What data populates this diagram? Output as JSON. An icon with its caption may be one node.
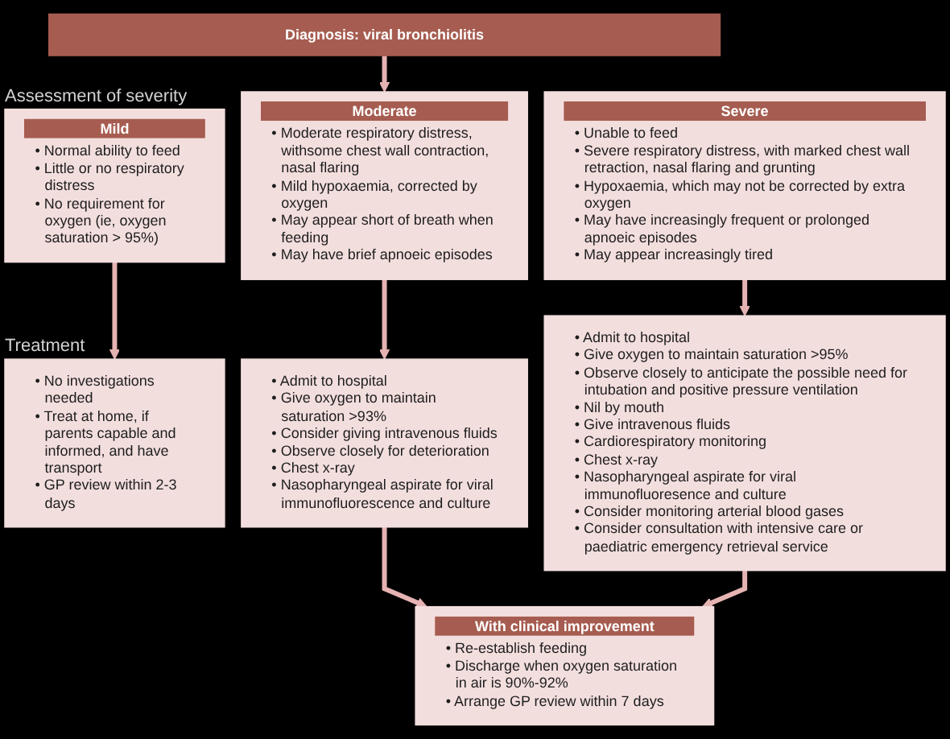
{
  "diagram": {
    "nodes": [
      {
        "text": [
          "Diagnosis: viral bronchiolitis"
        ]
      },
      {
        "text": [
          "Mild",
          "• Normal ability to feed",
          "• Little or no respiratory distress",
          "• No requirement for oxygen (ie, oxygen saturation > 95%)"
        ]
      },
      {
        "text": [
          "Moderate",
          "• Moderate respiratory distress, withsome chest wall contraction, nasal flaring",
          "• Mild hypoxaemia, corrected by oxygen",
          "• May appear short of breath when feeding",
          "• May have brief apnoeic episodes"
        ]
      },
      {
        "text": [
          "Severe",
          "• Unable to feed",
          "• Severe respiratory distress, with marked chest wall retraction, nasal flaring and grunting",
          "• Hypoxaemia, which may not be corrected by extra oxygen",
          "• May have increasingly frequent or prolonged apnoeic episodes",
          "• May appear increasingly tired"
        ]
      },
      {
        "text": [
          "• No investigations needed",
          "• Treat at home, if parents capable and informed, and have transport",
          "• GP review within 2-3 days"
        ]
      },
      {
        "text": [
          "• Admit to hospital",
          "• Give oxygen to maintain saturation >93%",
          "• Consider giving intravenous fluids",
          "• Observe closely for deterioration",
          "• Chest x-ray",
          "• Nasopharyngeal aspirate for viral immunofluorescence and culture"
        ]
      },
      {
        "text": [
          "• Admit to hospital",
          "• Give oxygen to maintain saturation >95%",
          "• Observe closely to anticipate the possible need for intubation and positive pressure ventilation",
          "• Nil by mouth",
          "• Give intravenous fluids",
          "• Cardiorespiratory monitoring",
          "• Chest x-ray",
          "• Nasopharyngeal aspirate for viral immunofluoresence and culture",
          "• Consider monitoring arterial blood gases",
          "• Consider consultation with intensive care or paediatric emergency retrieval service"
        ]
      },
      {
        "text": [
          "With clinical improvement",
          "• Re-establish feeding",
          "• Discharge when oxygen saturation in air is 90%-92%",
          "• Arrange GP review within 7 days"
        ]
      }
    ],
    "edges": [
      {
        "from": 0,
        "to": 2,
        "arrow": "to"
      },
      {
        "from": 1,
        "to": 4,
        "arrow": "to"
      },
      {
        "from": 2,
        "to": 5,
        "arrow": "to"
      },
      {
        "from": 3,
        "to": 6,
        "arrow": "to"
      },
      {
        "from": 5,
        "to": 7,
        "arrow": "to"
      },
      {
        "from": 6,
        "to": 7,
        "arrow": "to"
      }
    ],
    "labels": [
      "Assessment of severity",
      "Treatment"
    ]
  }
}
